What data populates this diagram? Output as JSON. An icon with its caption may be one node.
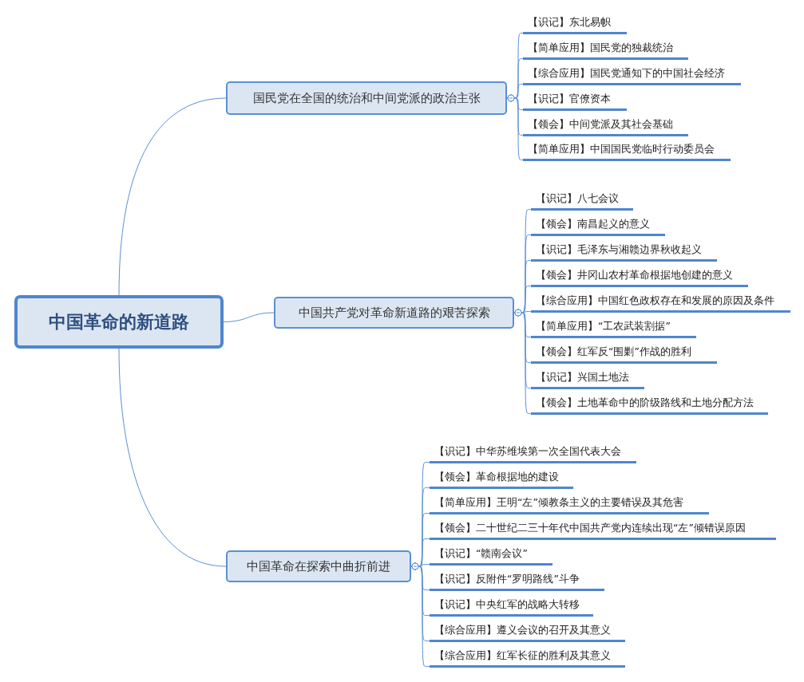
{
  "diagram": {
    "nodes": [
      {
        "text": [
          "中国革命的新道路"
        ]
      },
      {
        "text": [
          "国民党在全国的统治和中间党派的政治主张"
        ]
      },
      {
        "text": [
          "中国共产党对革命新道路的艰苦探索"
        ]
      },
      {
        "text": [
          "中国革命在探索中曲折前进"
        ]
      },
      {
        "text": [
          "【识记】东北易帜"
        ]
      },
      {
        "text": [
          "【简单应用】国民党的独裁统治"
        ]
      },
      {
        "text": [
          "【综合应用】国民党通知下的中国社会经济"
        ]
      },
      {
        "text": [
          "【识记】官僚资本"
        ]
      },
      {
        "text": [
          "【领会】中间党派及其社会基础"
        ]
      },
      {
        "text": [
          "【简单应用】中国国民党临时行动委员会"
        ]
      },
      {
        "text": [
          "【识记】八七会议"
        ]
      },
      {
        "text": [
          "【领会】南昌起义的意义"
        ]
      },
      {
        "text": [
          "【识记】毛泽东与湘赣边界秋收起义"
        ]
      },
      {
        "text": [
          "【领会】井冈山农村革命根据地创建的意义"
        ]
      },
      {
        "text": [
          "【综合应用】中国红色政权存在和发展的原因及条件"
        ]
      },
      {
        "text": [
          "【简单应用】“工农武装割据”"
        ]
      },
      {
        "text": [
          "【领会】红军反“围剿”作战的胜利"
        ]
      },
      {
        "text": [
          "【识记】兴国土地法"
        ]
      },
      {
        "text": [
          "【领会】土地革命中的阶级路线和土地分配方法"
        ]
      },
      {
        "text": [
          "【识记】中华苏维埃第一次全国代表大会"
        ]
      },
      {
        "text": [
          "【领会】革命根据地的建设"
        ]
      },
      {
        "text": [
          "【简单应用】王明“左”倾教条主义的主要错误及其危害"
        ]
      },
      {
        "text": [
          "【领会】二十世纪二三十年代中国共产党内连续出现“左”倾错误原因"
        ]
      },
      {
        "text": [
          "【识记】“赣南会议”"
        ]
      },
      {
        "text": [
          "【识记】反附件“罗明路线”斗争"
        ]
      },
      {
        "text": [
          "【识记】中央红军的战略大转移"
        ]
      },
      {
        "text": [
          "【综合应用】遵义会议的召开及其意义"
        ]
      },
      {
        "text": [
          "【综合应用】红军长征的胜利及其意义"
        ]
      }
    ],
    "edges": [
      {
        "from": 0,
        "to": 1,
        "arrow": "none"
      },
      {
        "from": 0,
        "to": 2,
        "arrow": "none"
      },
      {
        "from": 0,
        "to": 3,
        "arrow": "none"
      },
      {
        "from": 1,
        "to": 4,
        "arrow": "other"
      },
      {
        "from": 1,
        "to": 5,
        "arrow": "other"
      },
      {
        "from": 1,
        "to": 6,
        "arrow": "other"
      },
      {
        "from": 1,
        "to": 7,
        "arrow": "other"
      },
      {
        "from": 1,
        "to": 8,
        "arrow": "other"
      },
      {
        "from": 1,
        "to": 9,
        "arrow": "other"
      },
      {
        "from": 2,
        "to": 10,
        "arrow": "other"
      },
      {
        "from": 2,
        "to": 11,
        "arrow": "other"
      },
      {
        "from": 2,
        "to": 12,
        "arrow": "other"
      },
      {
        "from": 2,
        "to": 13,
        "arrow": "other"
      },
      {
        "from": 2,
        "to": 14,
        "arrow": "other"
      },
      {
        "from": 2,
        "to": 15,
        "arrow": "other"
      },
      {
        "from": 2,
        "to": 16,
        "arrow": "other"
      },
      {
        "from": 2,
        "to": 17,
        "arrow": "other"
      },
      {
        "from": 2,
        "to": 18,
        "arrow": "other"
      },
      {
        "from": 3,
        "to": 19,
        "arrow": "other"
      },
      {
        "from": 3,
        "to": 20,
        "arrow": "other"
      },
      {
        "from": 3,
        "to": 21,
        "arrow": "other"
      },
      {
        "from": 3,
        "to": 22,
        "arrow": "other"
      },
      {
        "from": 3,
        "to": 23,
        "arrow": "other"
      },
      {
        "from": 3,
        "to": 24,
        "arrow": "other"
      },
      {
        "from": 3,
        "to": 25,
        "arrow": "other"
      },
      {
        "from": 3,
        "to": 26,
        "arrow": "other"
      },
      {
        "from": 3,
        "to": 27,
        "arrow": "other"
      }
    ]
  }
}
